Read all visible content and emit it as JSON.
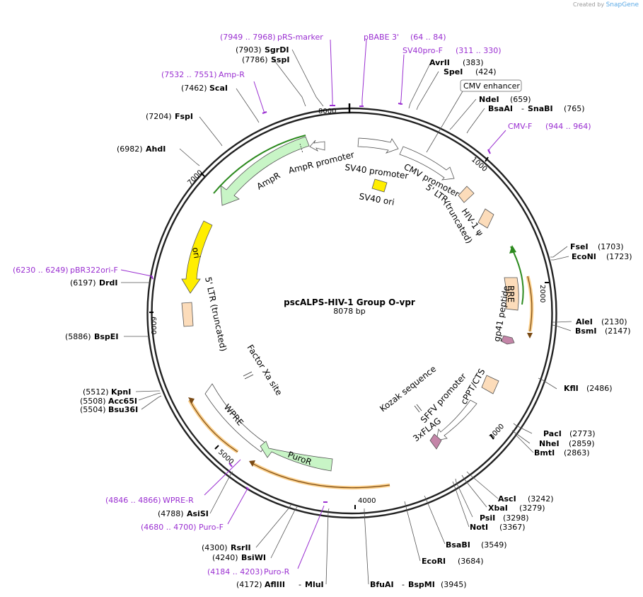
{
  "credit": {
    "prefix": "Created by",
    "brand": "SnapGene"
  },
  "plasmid": {
    "name": "pscALPS-HIV-1 Group O-vpr",
    "size": "8078 bp"
  },
  "ticks": [
    "1000",
    "2000",
    "3000",
    "4000",
    "5000",
    "6000",
    "7000",
    "8000"
  ],
  "sites": {
    "sgrdi": {
      "pos": "(7903)",
      "name": "SgrDI"
    },
    "sspi": {
      "pos": "(7786)",
      "name": "SspI"
    },
    "scai": {
      "pos": "(7462)",
      "name": "ScaI"
    },
    "fspi": {
      "pos": "(7204)",
      "name": "FspI"
    },
    "ahdi": {
      "pos": "(6982)",
      "name": "AhdI"
    },
    "drdi": {
      "pos": "(6197)",
      "name": "DrdI"
    },
    "bspei": {
      "pos": "(5886)",
      "name": "BspEI"
    },
    "kpni": {
      "pos": "(5512)",
      "name": "KpnI"
    },
    "acc65i": {
      "pos": "(5508)",
      "name": "Acc65I"
    },
    "bsu36i": {
      "pos": "(5504)",
      "name": "Bsu36I"
    },
    "asisi": {
      "pos": "(4788)",
      "name": "AsiSI"
    },
    "rsrii": {
      "pos": "(4300)",
      "name": "RsrII"
    },
    "bsiwi": {
      "pos": "(4240)",
      "name": "BsiWI"
    },
    "afliii": {
      "pos": "(4172)",
      "name": "AflIII",
      "sep": "-",
      "name2": "MluI"
    },
    "bfuai": {
      "name": "BfuAI",
      "sep": "-",
      "name2": "BspMI",
      "pos": "(3945)"
    },
    "ecori": {
      "name": "EcoRI",
      "pos": "(3684)"
    },
    "bsabi": {
      "name": "BsaBI",
      "pos": "(3549)"
    },
    "noti": {
      "name": "NotI",
      "pos": "(3367)"
    },
    "psii": {
      "name": "PsiI",
      "pos": "(3298)"
    },
    "xbai": {
      "name": "XbaI",
      "pos": "(3279)"
    },
    "asci": {
      "name": "AscI",
      "pos": "(3242)"
    },
    "bmti": {
      "name": "BmtI",
      "pos": "(2863)"
    },
    "nhei": {
      "name": "NheI",
      "pos": "(2859)"
    },
    "paci": {
      "name": "PacI",
      "pos": "(2773)"
    },
    "kfli": {
      "name": "KflI",
      "pos": "(2486)"
    },
    "bsmi": {
      "name": "BsmI",
      "pos": "(2147)"
    },
    "alei": {
      "name": "AleI",
      "pos": "(2130)"
    },
    "econi": {
      "name": "EcoNI",
      "pos": "(1723)"
    },
    "fsei": {
      "name": "FseI",
      "pos": "(1703)"
    },
    "bsaai": {
      "name": "BsaAI",
      "sep": "-",
      "name2": "SnaBI",
      "pos": "(765)"
    },
    "ndei": {
      "name": "NdeI",
      "pos": "(659)"
    },
    "spei": {
      "name": "SpeI",
      "pos": "(424)"
    },
    "avrii": {
      "name": "AvrII",
      "pos": "(383)"
    }
  },
  "primers": {
    "prs_marker": {
      "range": "(7949 .. 7968)",
      "name": "pRS-marker"
    },
    "pbabe3": {
      "name": "pBABE 3'",
      "range": "(64 .. 84)"
    },
    "sv40pro_f": {
      "name": "SV40pro-F",
      "range": "(311 .. 330)"
    },
    "cmv_f": {
      "name": "CMV-F",
      "range": "(944 .. 964)"
    },
    "amp_r": {
      "range": "(7532 .. 7551)",
      "name": "Amp-R"
    },
    "pbr322ori_f": {
      "range": "(6230 .. 6249)",
      "name": "pBR322ori-F"
    },
    "wpre_r": {
      "range": "(4846 .. 4866)",
      "name": "WPRE-R"
    },
    "puro_f": {
      "range": "(4680 .. 4700)",
      "name": "Puro-F"
    },
    "puro_r": {
      "range": "(4184 .. 4203)",
      "name": "Puro-R"
    }
  },
  "callouts": {
    "cmv_enhancer": "CMV enhancer"
  },
  "features": {
    "sv40_promoter": "SV40 promoter",
    "cmv_promoter": "CMV promoter",
    "ltr5_top_a": "5' LTR",
    "ltr5_top_b": "(truncated)",
    "hiv_psi": "HIV-1 ψ",
    "sv40_ori": "SV40 ori",
    "ampr_promoter": "AmpR promoter",
    "ampr": "AmpR",
    "ori": "ori",
    "ltr5_left": "5' LTR (truncated)",
    "rre": "RRE",
    "gp41": "gp41 peptide",
    "cppt": "cPPT/CTS",
    "sffv": "SFFV promoter",
    "kozak": "Kozak sequence",
    "flag": "3xFLAG",
    "factor_xa": "Factor Xa site",
    "wpre": "WPRE",
    "puror": "PuroR"
  },
  "colors": {
    "ampr_fill": "#c8f5c6",
    "ori_fill": "#ffee00",
    "ltr_fill": "#fcdcba",
    "orf_green": "#2c8a1e",
    "orf_orange": "#fbcf8a",
    "orf_brown": "#7a4a14",
    "flag_fill": "#c485a8",
    "sv40ori_fill": "#ffee00",
    "primer": "#9a2fd1"
  }
}
